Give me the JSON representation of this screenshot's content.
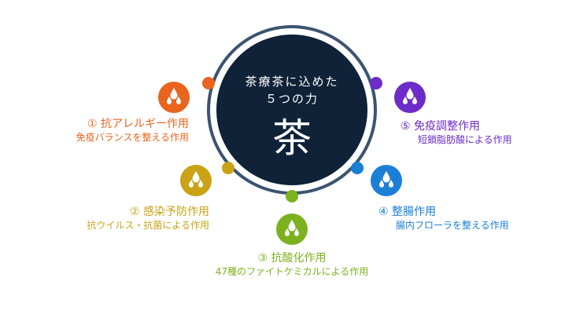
{
  "center": {
    "title_line1": "茶療茶に込めた",
    "title_line2": "５つの力",
    "glyph": "茶",
    "bg_color": "#0f2238",
    "ring_color": "#3b5470"
  },
  "items": [
    {
      "num": "①",
      "title": "抗アレルギー作用",
      "subtitle": "免疫バランスを整える作用",
      "color": "#e8641f",
      "icon": "water-drops-icon"
    },
    {
      "num": "②",
      "title": "感染予防作用",
      "subtitle": "抗ウイルス・抗菌による作用",
      "color": "#c9a315",
      "icon": "water-drops-icon"
    },
    {
      "num": "③",
      "title": "抗酸化作用",
      "subtitle": "47種のファイトケミカルによる作用",
      "color": "#7cb21f",
      "icon": "water-drops-icon"
    },
    {
      "num": "④",
      "title": "整腸作用",
      "subtitle": "腸内フローラを整える作用",
      "color": "#1b7fd6",
      "icon": "water-drops-icon"
    },
    {
      "num": "⑤",
      "title": "免疫調整作用",
      "subtitle": "短鎖脂肪酸による作用",
      "color": "#6d2bc8",
      "icon": "water-drops-icon"
    }
  ]
}
